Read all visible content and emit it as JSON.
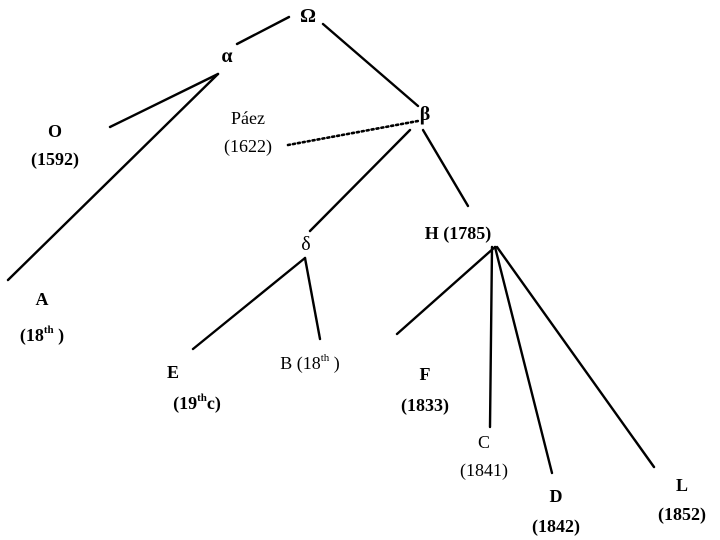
{
  "nodes": {
    "omega": {
      "label": "Ω"
    },
    "alpha": {
      "label": "α"
    },
    "beta": {
      "label": "β"
    },
    "delta": {
      "label": "δ"
    },
    "O": {
      "name": "O",
      "date": "(1592)"
    },
    "paez": {
      "name": "Páez",
      "date": "(1622)"
    },
    "H": {
      "label": "H (1785)"
    },
    "A": {
      "name": "A",
      "date_prefix": "(18",
      "date_sup": "th",
      "date_suffix": " )"
    },
    "E": {
      "name": "E",
      "date_prefix": "(19",
      "date_sup": "th",
      "date_suffix": "c)"
    },
    "B": {
      "prefix": "B (18",
      "sup": "th",
      "suffix": " )"
    },
    "F": {
      "name": "F",
      "date": "(1833)"
    },
    "C": {
      "name": "C",
      "date": "(1841)"
    },
    "D": {
      "name": "D",
      "date": "(1842)"
    },
    "L": {
      "name": "L",
      "date": "(1852)"
    }
  },
  "colors": {
    "ink": "#000000",
    "background": "#ffffff"
  }
}
